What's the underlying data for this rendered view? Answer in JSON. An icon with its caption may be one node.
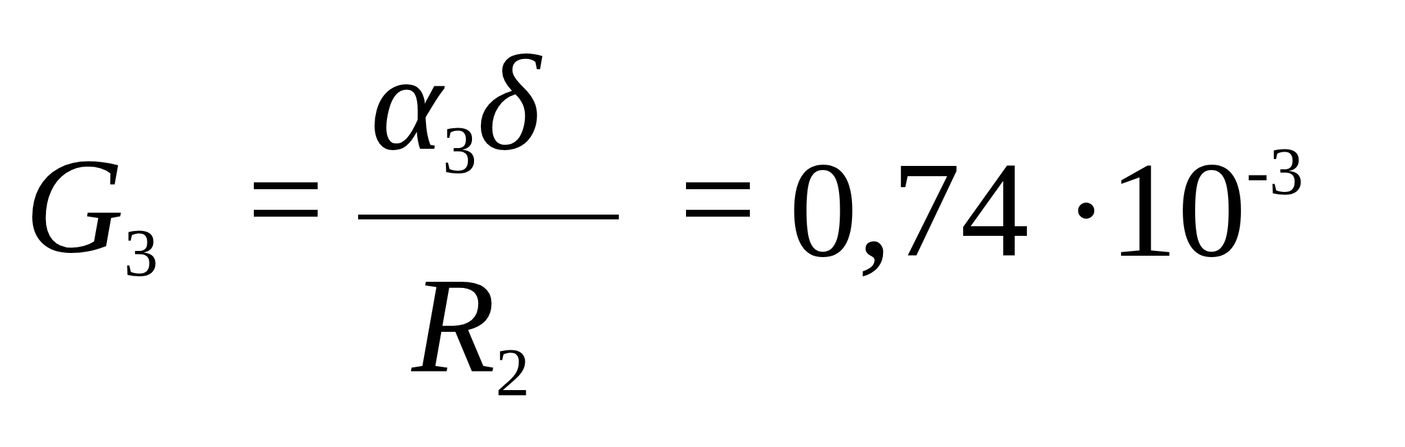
{
  "diagram": {
    "labels": [
      "*G*$_{3}$",
      "=",
      "*α*$_{3}$*δ*",
      "*R*$_{2}$",
      "=",
      "0,74 ·10$^{-3}$"
    ]
  }
}
